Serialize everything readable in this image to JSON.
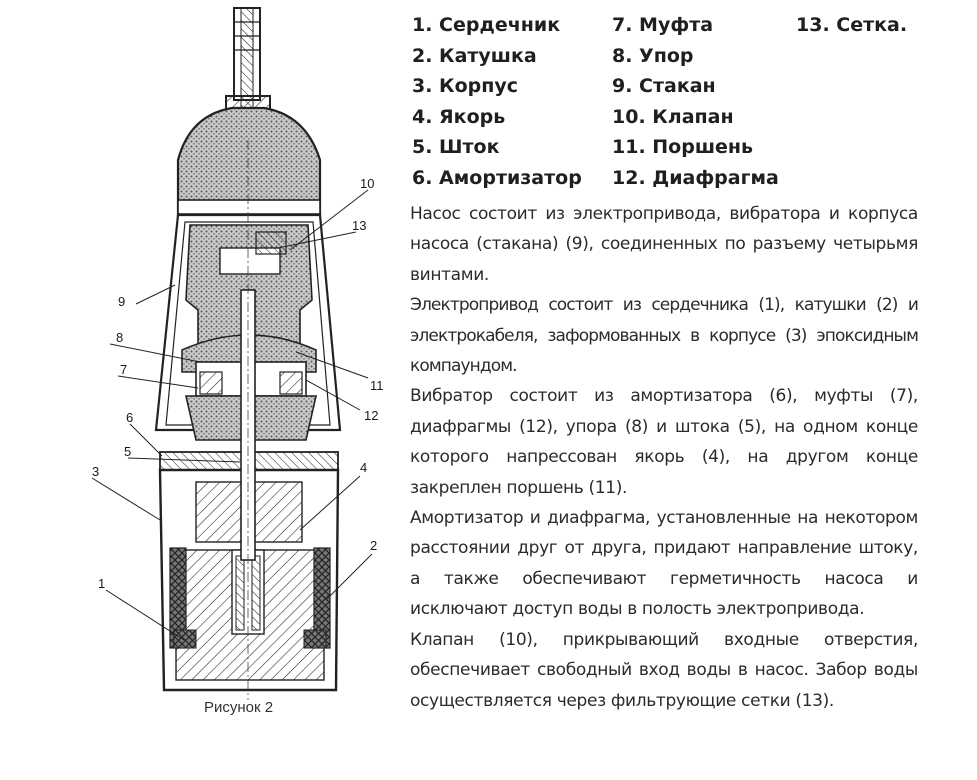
{
  "legend": {
    "items": [
      "1. Сердечник",
      "2. Катушка",
      "3. Корпус",
      "4. Якорь",
      "5. Шток",
      "6. Амортизатор",
      "7. Муфта",
      "8. Упор",
      "9. Стакан",
      "10. Клапан",
      "11. Поршень",
      "12. Диафрагма",
      "13. Сетка."
    ]
  },
  "description": {
    "paragraphs": [
      "Насос состоит из электропривода, вибратора и корпуса насоса (стакана) (9), соединенных по разъему четырьмя винтами.",
      "Электропривод состоит из сердечника (1), катушки (2) и электрокабеля, заформованных в корпусе (3) эпоксидным компаундом.",
      "Вибратор состоит из амортизатора (6), муфты (7), диафрагмы (12), упора (8) и штока (5), на одном конце которого напрессован якорь (4), на другом конце закреплен поршень (11).",
      "Амортизатор и диафрагма, установленные на некотором расстоянии друг от друга, придают направление штоку, а также обеспечивают герметичность насоса и исключают доступ воды в полость электропривода.",
      "Клапан (10), прикрывающий входные отверстия, обеспечивает свободный вход воды в насос. Забор воды осуществляется через фильтрующие сетки (13)."
    ]
  },
  "diagram": {
    "caption": "Рисунок 2",
    "callouts": [
      "1",
      "2",
      "3",
      "4",
      "5",
      "6",
      "7",
      "8",
      "9",
      "10",
      "11",
      "12",
      "13"
    ]
  }
}
